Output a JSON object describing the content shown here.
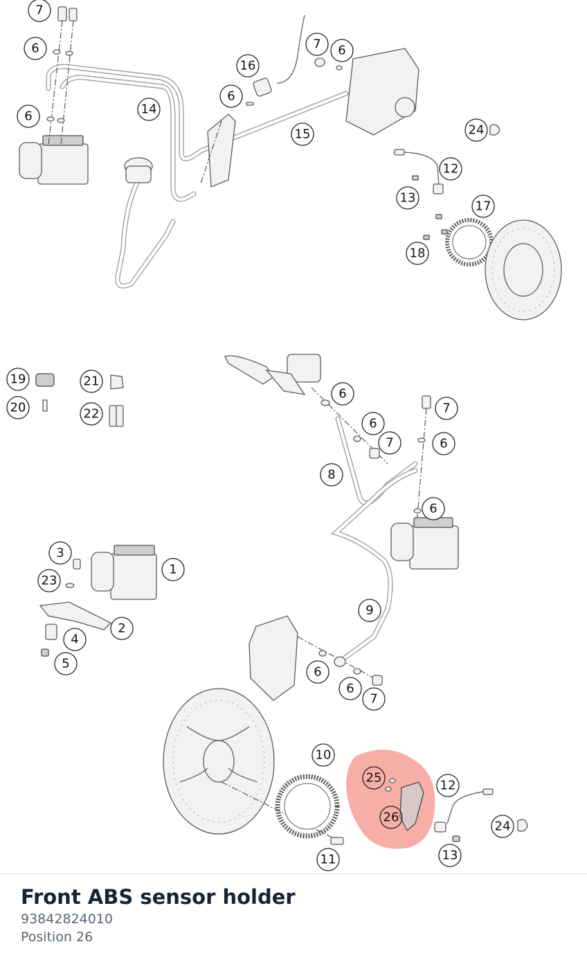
{
  "diagram": {
    "callouts": [
      {
        "label": "7"
      },
      {
        "label": "6"
      },
      {
        "label": "6"
      },
      {
        "label": "14"
      },
      {
        "label": "16"
      },
      {
        "label": "6"
      },
      {
        "label": "7"
      },
      {
        "label": "6"
      },
      {
        "label": "15"
      },
      {
        "label": "24"
      },
      {
        "label": "12"
      },
      {
        "label": "13"
      },
      {
        "label": "17"
      },
      {
        "label": "18"
      },
      {
        "label": "19"
      },
      {
        "label": "20"
      },
      {
        "label": "21"
      },
      {
        "label": "22"
      },
      {
        "label": "6"
      },
      {
        "label": "7"
      },
      {
        "label": "6"
      },
      {
        "label": "7"
      },
      {
        "label": "6"
      },
      {
        "label": "8"
      },
      {
        "label": "6"
      },
      {
        "label": "3"
      },
      {
        "label": "23"
      },
      {
        "label": "1"
      },
      {
        "label": "2"
      },
      {
        "label": "4"
      },
      {
        "label": "5"
      },
      {
        "label": "9"
      },
      {
        "label": "6"
      },
      {
        "label": "6"
      },
      {
        "label": "7"
      },
      {
        "label": "10"
      },
      {
        "label": "25"
      },
      {
        "label": "12"
      },
      {
        "label": "26"
      },
      {
        "label": "24"
      },
      {
        "label": "11"
      },
      {
        "label": "13"
      }
    ],
    "highlight_color": "#f28b82",
    "selected_position": "26"
  },
  "part": {
    "title": "Front ABS sensor holder",
    "number": "93842824010",
    "position": "Position 26"
  }
}
